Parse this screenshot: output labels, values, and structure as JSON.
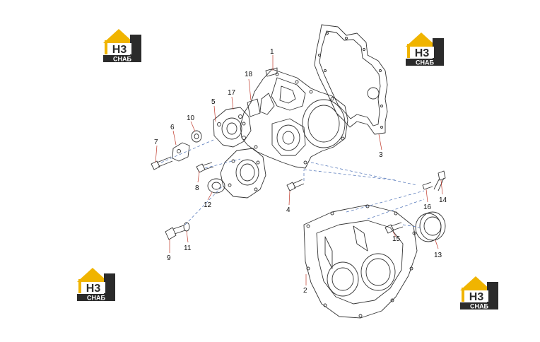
{
  "brand": {
    "logo_letters": "H3",
    "logo_word": "СНАБ",
    "colors": {
      "gold": "#f0b400",
      "dark": "#2b2b2b",
      "white": "#ffffff"
    }
  },
  "diagram": {
    "line_color": "#333333",
    "leader_color": "#c0392b",
    "dash_color": "#4a6fb5",
    "callouts": [
      "1",
      "2",
      "3",
      "4",
      "5",
      "6",
      "7",
      "8",
      "9",
      "10",
      "11",
      "12",
      "13",
      "14",
      "15",
      "16",
      "17",
      "18"
    ]
  }
}
